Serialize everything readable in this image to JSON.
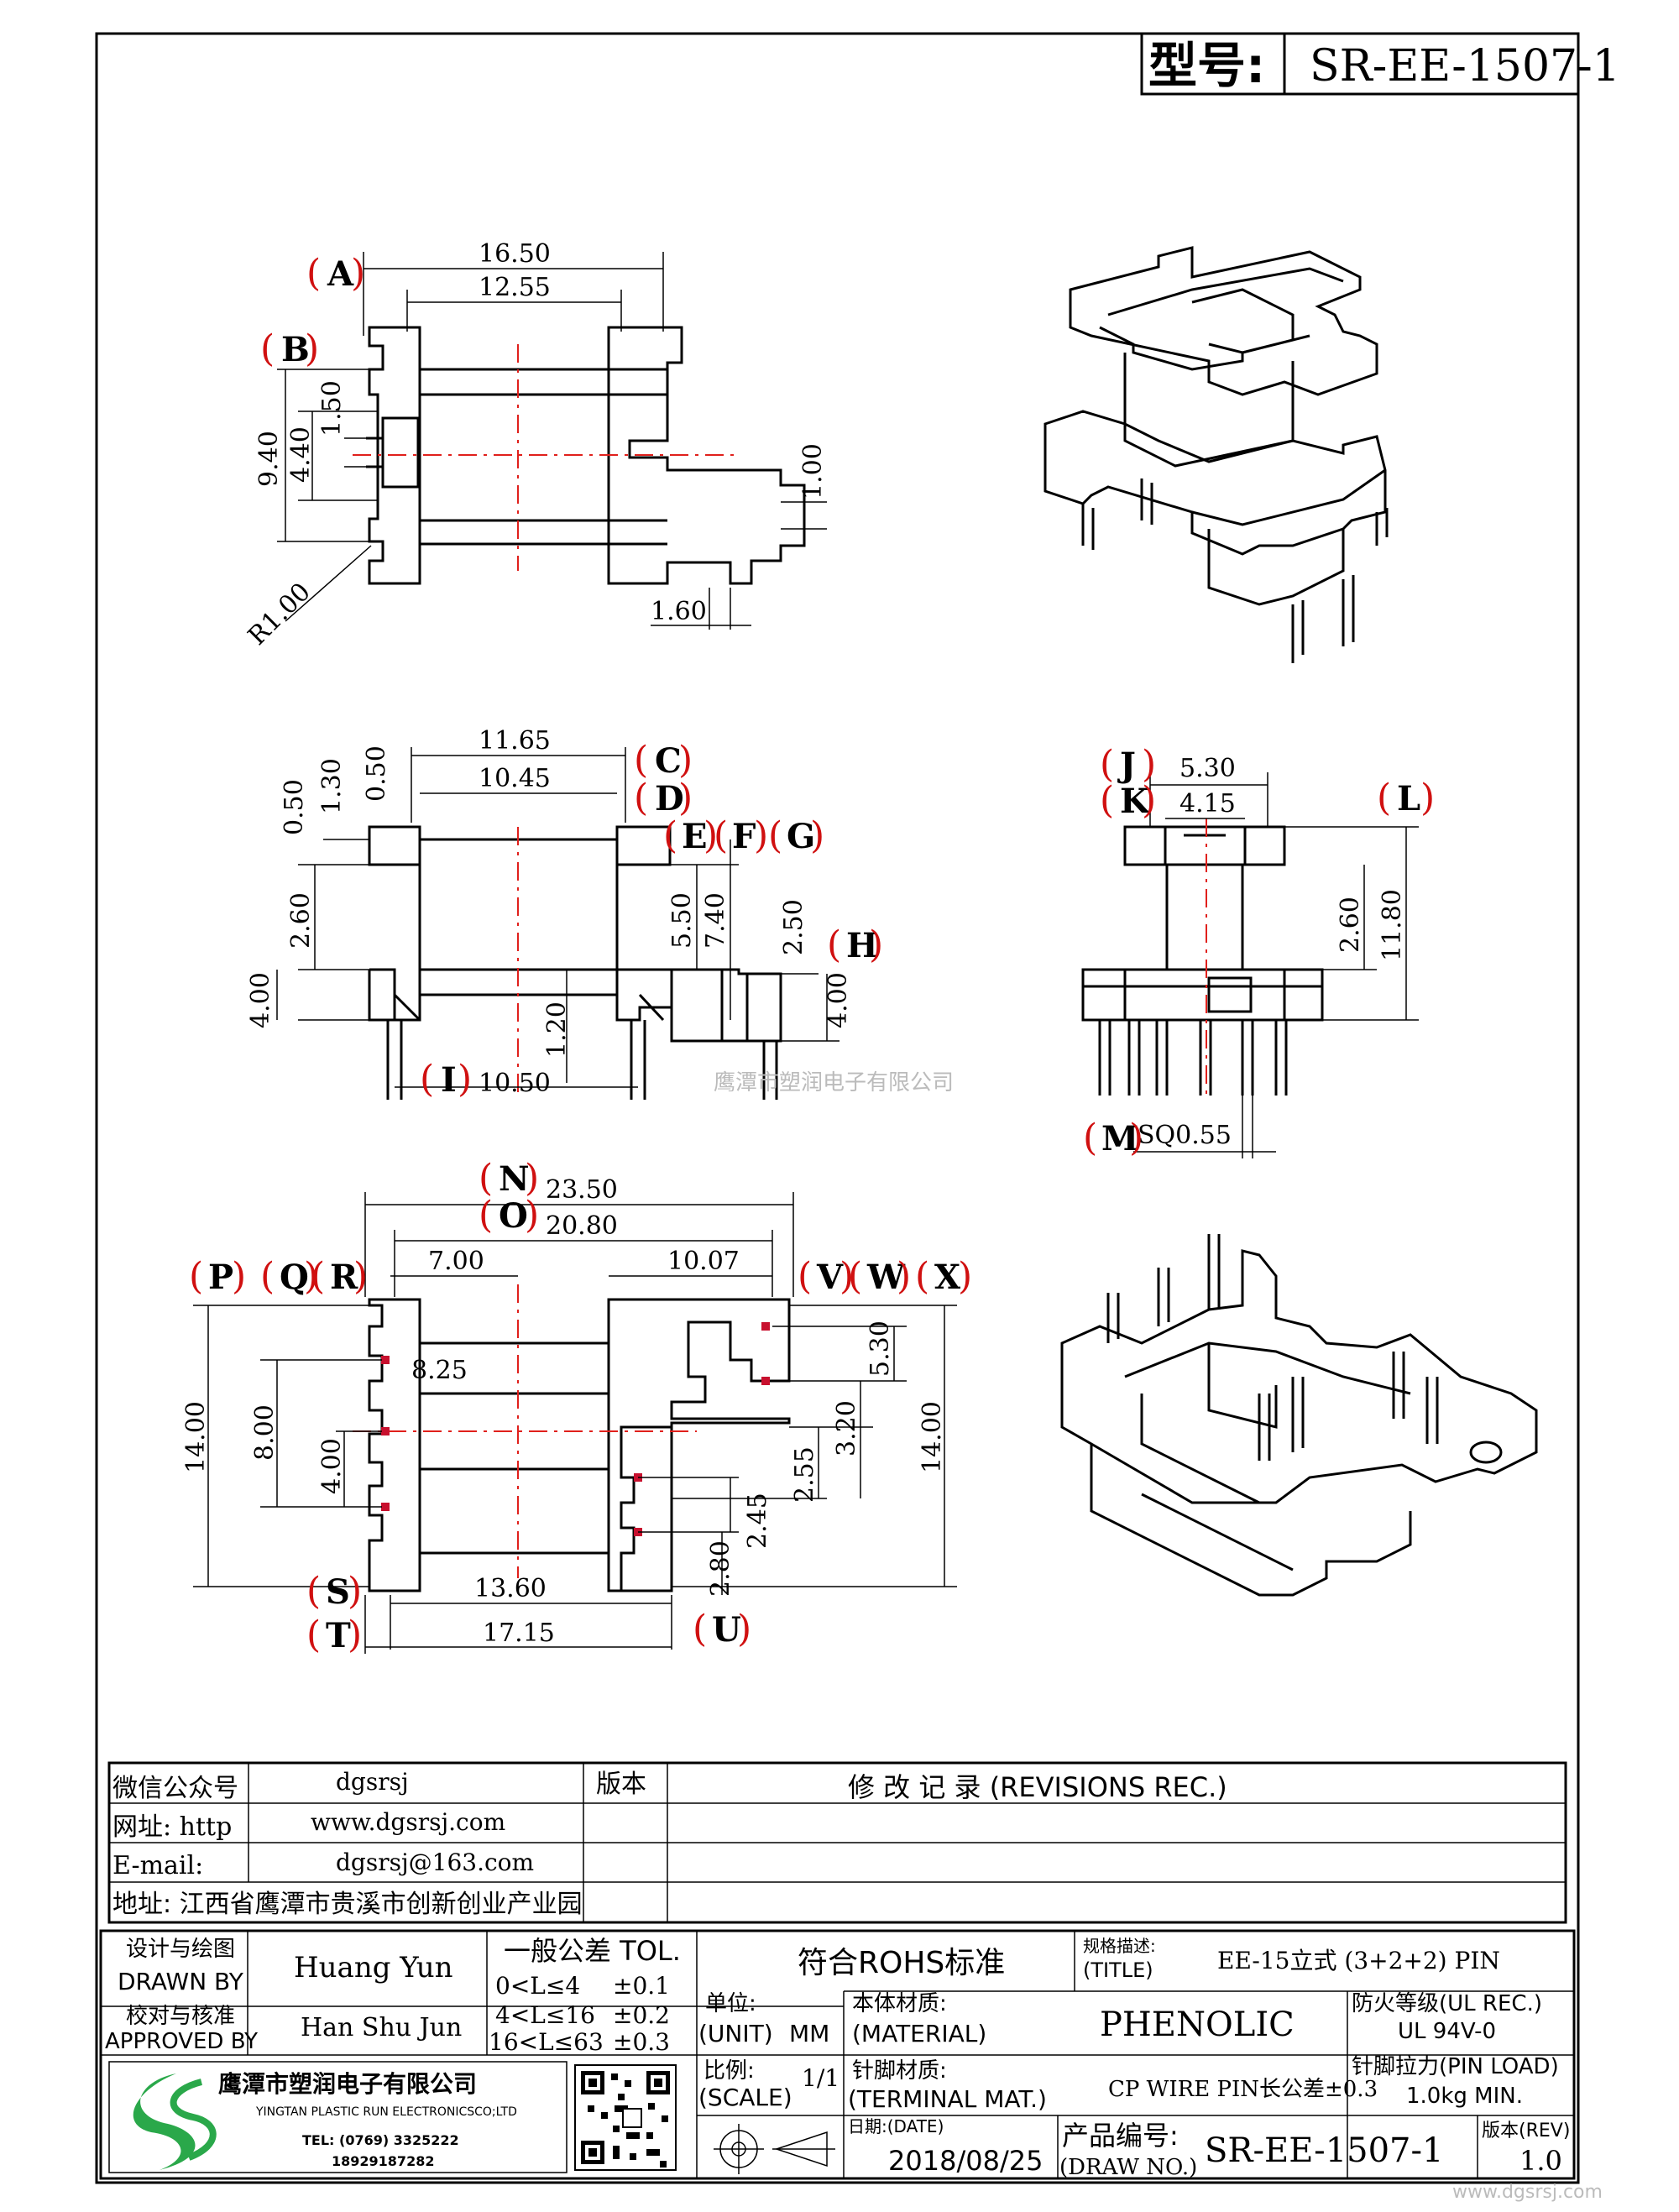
{
  "header": {
    "model_label": "型号:",
    "model_value": "SR-EE-1507-1"
  },
  "watermark": "鹰潭市塑润电子有限公司",
  "footer_url": "www.dgsrsj.com",
  "labels": {
    "A": "A",
    "B": "B",
    "C": "C",
    "D": "D",
    "E": "E",
    "F": "F",
    "G": "G",
    "H": "H",
    "I": "I",
    "J": "J",
    "K": "K",
    "L": "L",
    "M": "M",
    "N": "N",
    "O": "O",
    "P": "P",
    "Q": "Q",
    "R": "R",
    "S": "S",
    "T": "T",
    "U": "U",
    "V": "V",
    "W": "W",
    "X": "X"
  },
  "dims": {
    "v1_w_outer": "16.50",
    "v1_w_inner": "12.55",
    "v1_h_total": "9.40",
    "v1_h_mid": "4.40",
    "v1_h_slot": "1.50",
    "v1_r": "R1.00",
    "v1_step": "1.00",
    "v1_notch": "1.60",
    "v2_top_outer": "11.65",
    "v2_top_inner": "10.45",
    "v2_left1": "0.50",
    "v2_left2": "1.30",
    "v2_left3": "0.50",
    "v2_left_mid": "2.60",
    "v2_left_bot": "4.00",
    "v2_r1": "5.50",
    "v2_r2": "7.40",
    "v2_r3": "2.50",
    "v2_r4": "4.00",
    "v2_center": "1.20",
    "v2_bottom": "10.50",
    "v3_top1": "5.30",
    "v3_top2": "4.15",
    "v3_h1": "2.60",
    "v3_h2": "11.80",
    "v3_pin": "SQ0.55",
    "v4_outer": "23.50",
    "v4_inner": "20.80",
    "v4_left": "7.00",
    "v4_right": "10.07",
    "v4_h_left": "14.00",
    "v4_h_8": "8.00",
    "v4_h_4": "4.00",
    "v4_s": "8.25",
    "v4_r530": "5.30",
    "v4_r320": "3.20",
    "v4_r255": "2.55",
    "v4_r245": "2.45",
    "v4_r280": "2.80",
    "v4_h_right": "14.00",
    "v4_b1": "13.60",
    "v4_b2": "17.15"
  },
  "info_rows": [
    {
      "label": "微信公众号",
      "value": "dgsrsj"
    },
    {
      "label": "网址: http",
      "value": "www.dgsrsj.com"
    },
    {
      "label": "E-mail:",
      "value": "dgsrsj@163.com"
    },
    {
      "label": "地址: 江西省鹰潭市贵溪市创新创业产业园",
      "value": ""
    }
  ],
  "revisions": {
    "version_label": "版本",
    "title": "修 改 记 录  (REVISIONS REC.)"
  },
  "title_block": {
    "drawn_cn": "设计与绘图",
    "drawn_en": "DRAWN BY",
    "drawn_name": "Huang Yun",
    "approved_cn": "校对与核准",
    "approved_en": "APPROVED BY",
    "approved_name": "Han Shu Jun",
    "tol_title": "一般公差 TOL.",
    "tol_rows": [
      {
        "range": "0<L≤4",
        "val": "±0.1"
      },
      {
        "range": "4<L≤16",
        "val": "±0.2"
      },
      {
        "range": "16<L≤63",
        "val": "±0.3"
      }
    ],
    "rohs": "符合ROHS标准",
    "spec_cn": "规格描述:",
    "spec_en": "(TITLE)",
    "spec_value": "EE-15立式 (3+2+2) PIN",
    "unit_cn": "单位:",
    "unit_en": "(UNIT)",
    "unit_value": "MM",
    "material_cn": "本体材质:",
    "material_en": "(MATERIAL)",
    "material_value": "PHENOLIC",
    "fire_cn": "防火等级(UL REC.)",
    "fire_value": "UL 94V-0",
    "scale_cn": "比例:",
    "scale_en": "(SCALE)",
    "scale_value": "1/1",
    "terminal_cn": "针脚材质:",
    "terminal_en": "(TERMINAL MAT.)",
    "terminal_value": "CP WIRE  PIN长公差±0.3",
    "pinload_cn": "针脚拉力(PIN LOAD)",
    "pinload_value": "1.0kg MIN.",
    "date_cn": "日期:(DATE)",
    "date_value": "2018/08/25",
    "drawno_cn": "产品编号:",
    "drawno_en": "(DRAW NO.)",
    "drawno_value": "SR-EE-1507-1",
    "rev_cn": "版本(REV)",
    "rev_value": "1.0"
  },
  "company": {
    "name_cn": "鹰潭市塑润电子有限公司",
    "name_en": "YINGTAN PLASTIC RUN ELECTRONICSCO;LTD",
    "tel": "TEL: (0769) 3325222",
    "mobile": "18929187282"
  },
  "colors": {
    "line": "#000000",
    "center": "#e0201c",
    "label": "#d01010",
    "pad": "#c8102e"
  }
}
